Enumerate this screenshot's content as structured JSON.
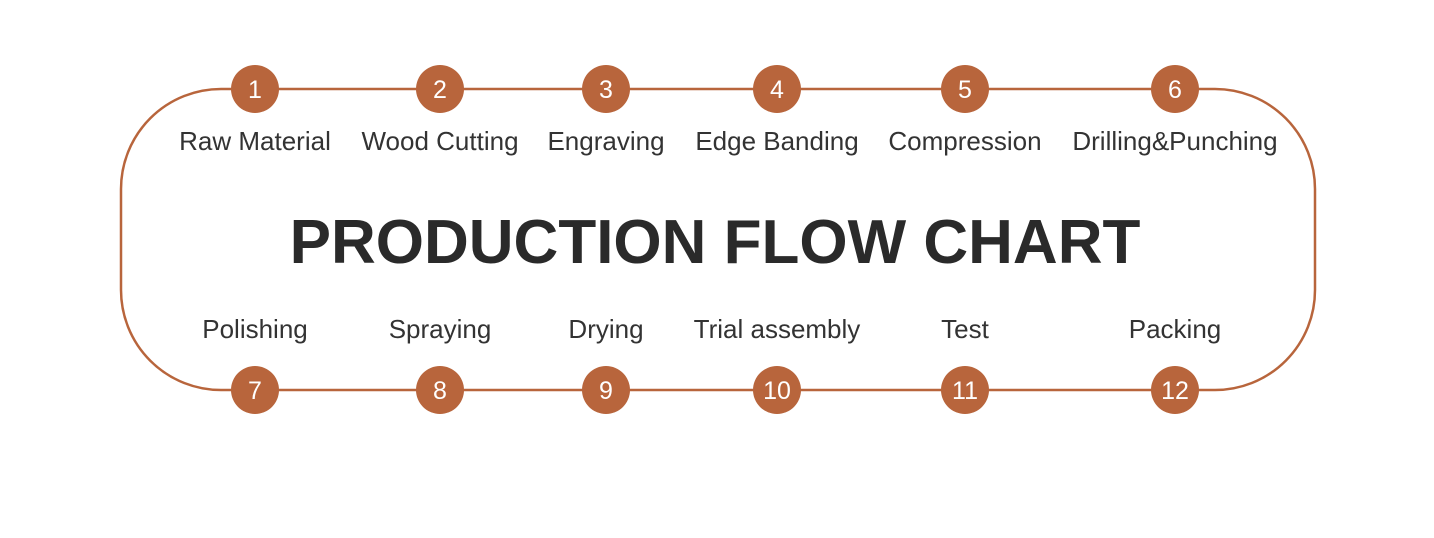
{
  "title": "PRODUCTION FLOW CHART",
  "colors": {
    "accent": "#b8653c",
    "text": "#333333",
    "title": "#2a2a2a",
    "number_text": "#ffffff"
  },
  "steps": [
    {
      "number": "1",
      "label": "Raw Material"
    },
    {
      "number": "2",
      "label": "Wood Cutting"
    },
    {
      "number": "3",
      "label": "Engraving"
    },
    {
      "number": "4",
      "label": "Edge Banding"
    },
    {
      "number": "5",
      "label": "Compression"
    },
    {
      "number": "6",
      "label": "Drilling&Punching"
    },
    {
      "number": "7",
      "label": "Polishing"
    },
    {
      "number": "8",
      "label": "Spraying"
    },
    {
      "number": "9",
      "label": "Drying"
    },
    {
      "number": "10",
      "label": "Trial assembly"
    },
    {
      "number": "11",
      "label": "Test"
    },
    {
      "number": "12",
      "label": "Packing"
    }
  ]
}
